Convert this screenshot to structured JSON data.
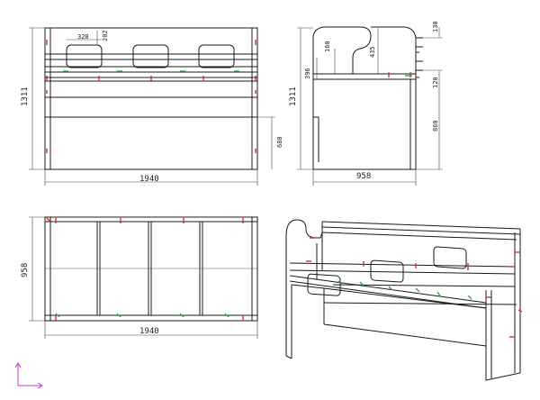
{
  "front_view": {
    "width_label": "1940",
    "height_label": "1311",
    "cutout_width_label": "328",
    "cutout_height_label": "202",
    "leg_label": "680"
  },
  "side_view": {
    "height_label": "1311",
    "depth_label": "958",
    "rail_label": "396",
    "top_gap_label": "160",
    "panel_label": "435",
    "top_label": "130",
    "mid_label": "120",
    "lower_label": "860"
  },
  "top_view": {
    "width_label": "1940",
    "depth_label": "958"
  },
  "colors": {
    "red_marker": "#d0312d",
    "green_marker": "#2fae3a",
    "axis_color": "#c040c0"
  },
  "icons": {
    "axis": "axis-icon"
  }
}
